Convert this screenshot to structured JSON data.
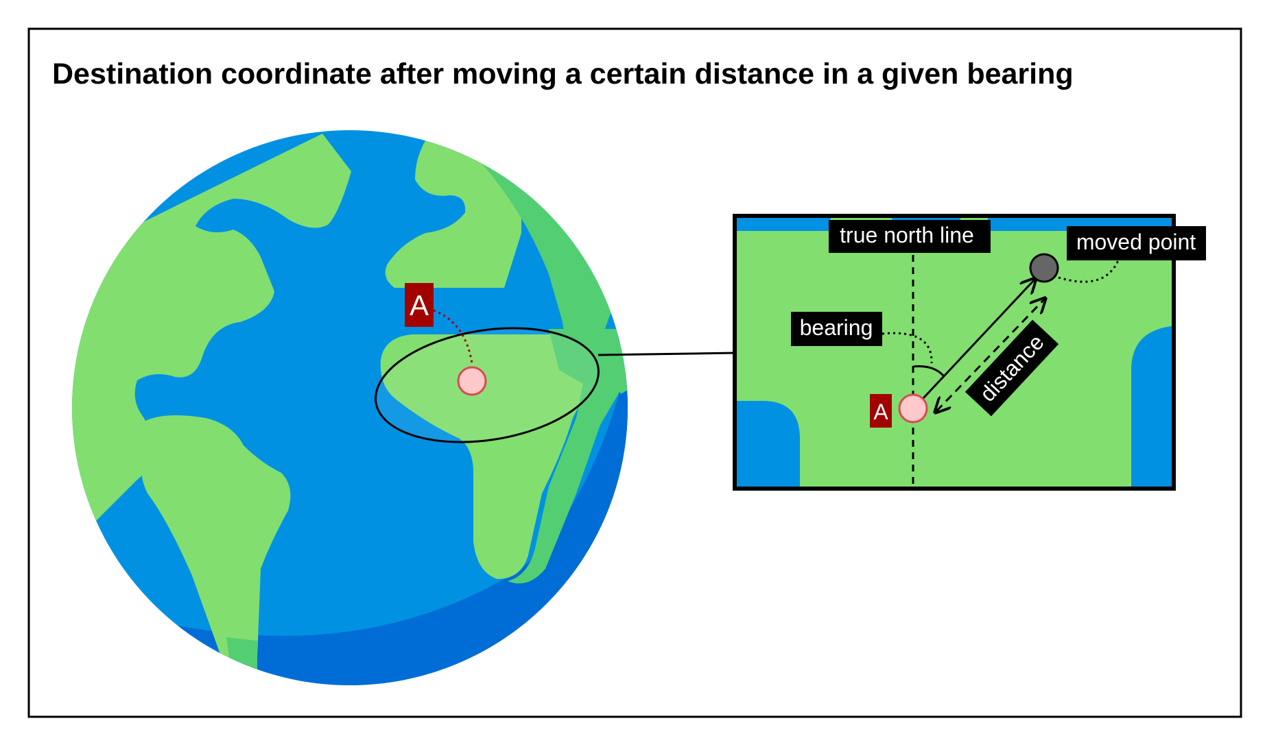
{
  "title": "Destination coordinate after moving a certain distance in a given bearing",
  "globe": {
    "point_label": "A"
  },
  "inset": {
    "true_north_label": "true north line",
    "moved_point_label": "moved point",
    "bearing_label": "bearing",
    "distance_label": "distance",
    "point_label": "A"
  },
  "colors": {
    "ocean": "#0091E3",
    "ocean_dark": "#006DD6",
    "land": "#82DE6F",
    "land_shade": "#54CE72",
    "point_fill": "#FFC9CC",
    "point_stroke": "#D94A50",
    "label_red": "#A30000",
    "label_black": "#000000",
    "moved_point": "#666666"
  }
}
